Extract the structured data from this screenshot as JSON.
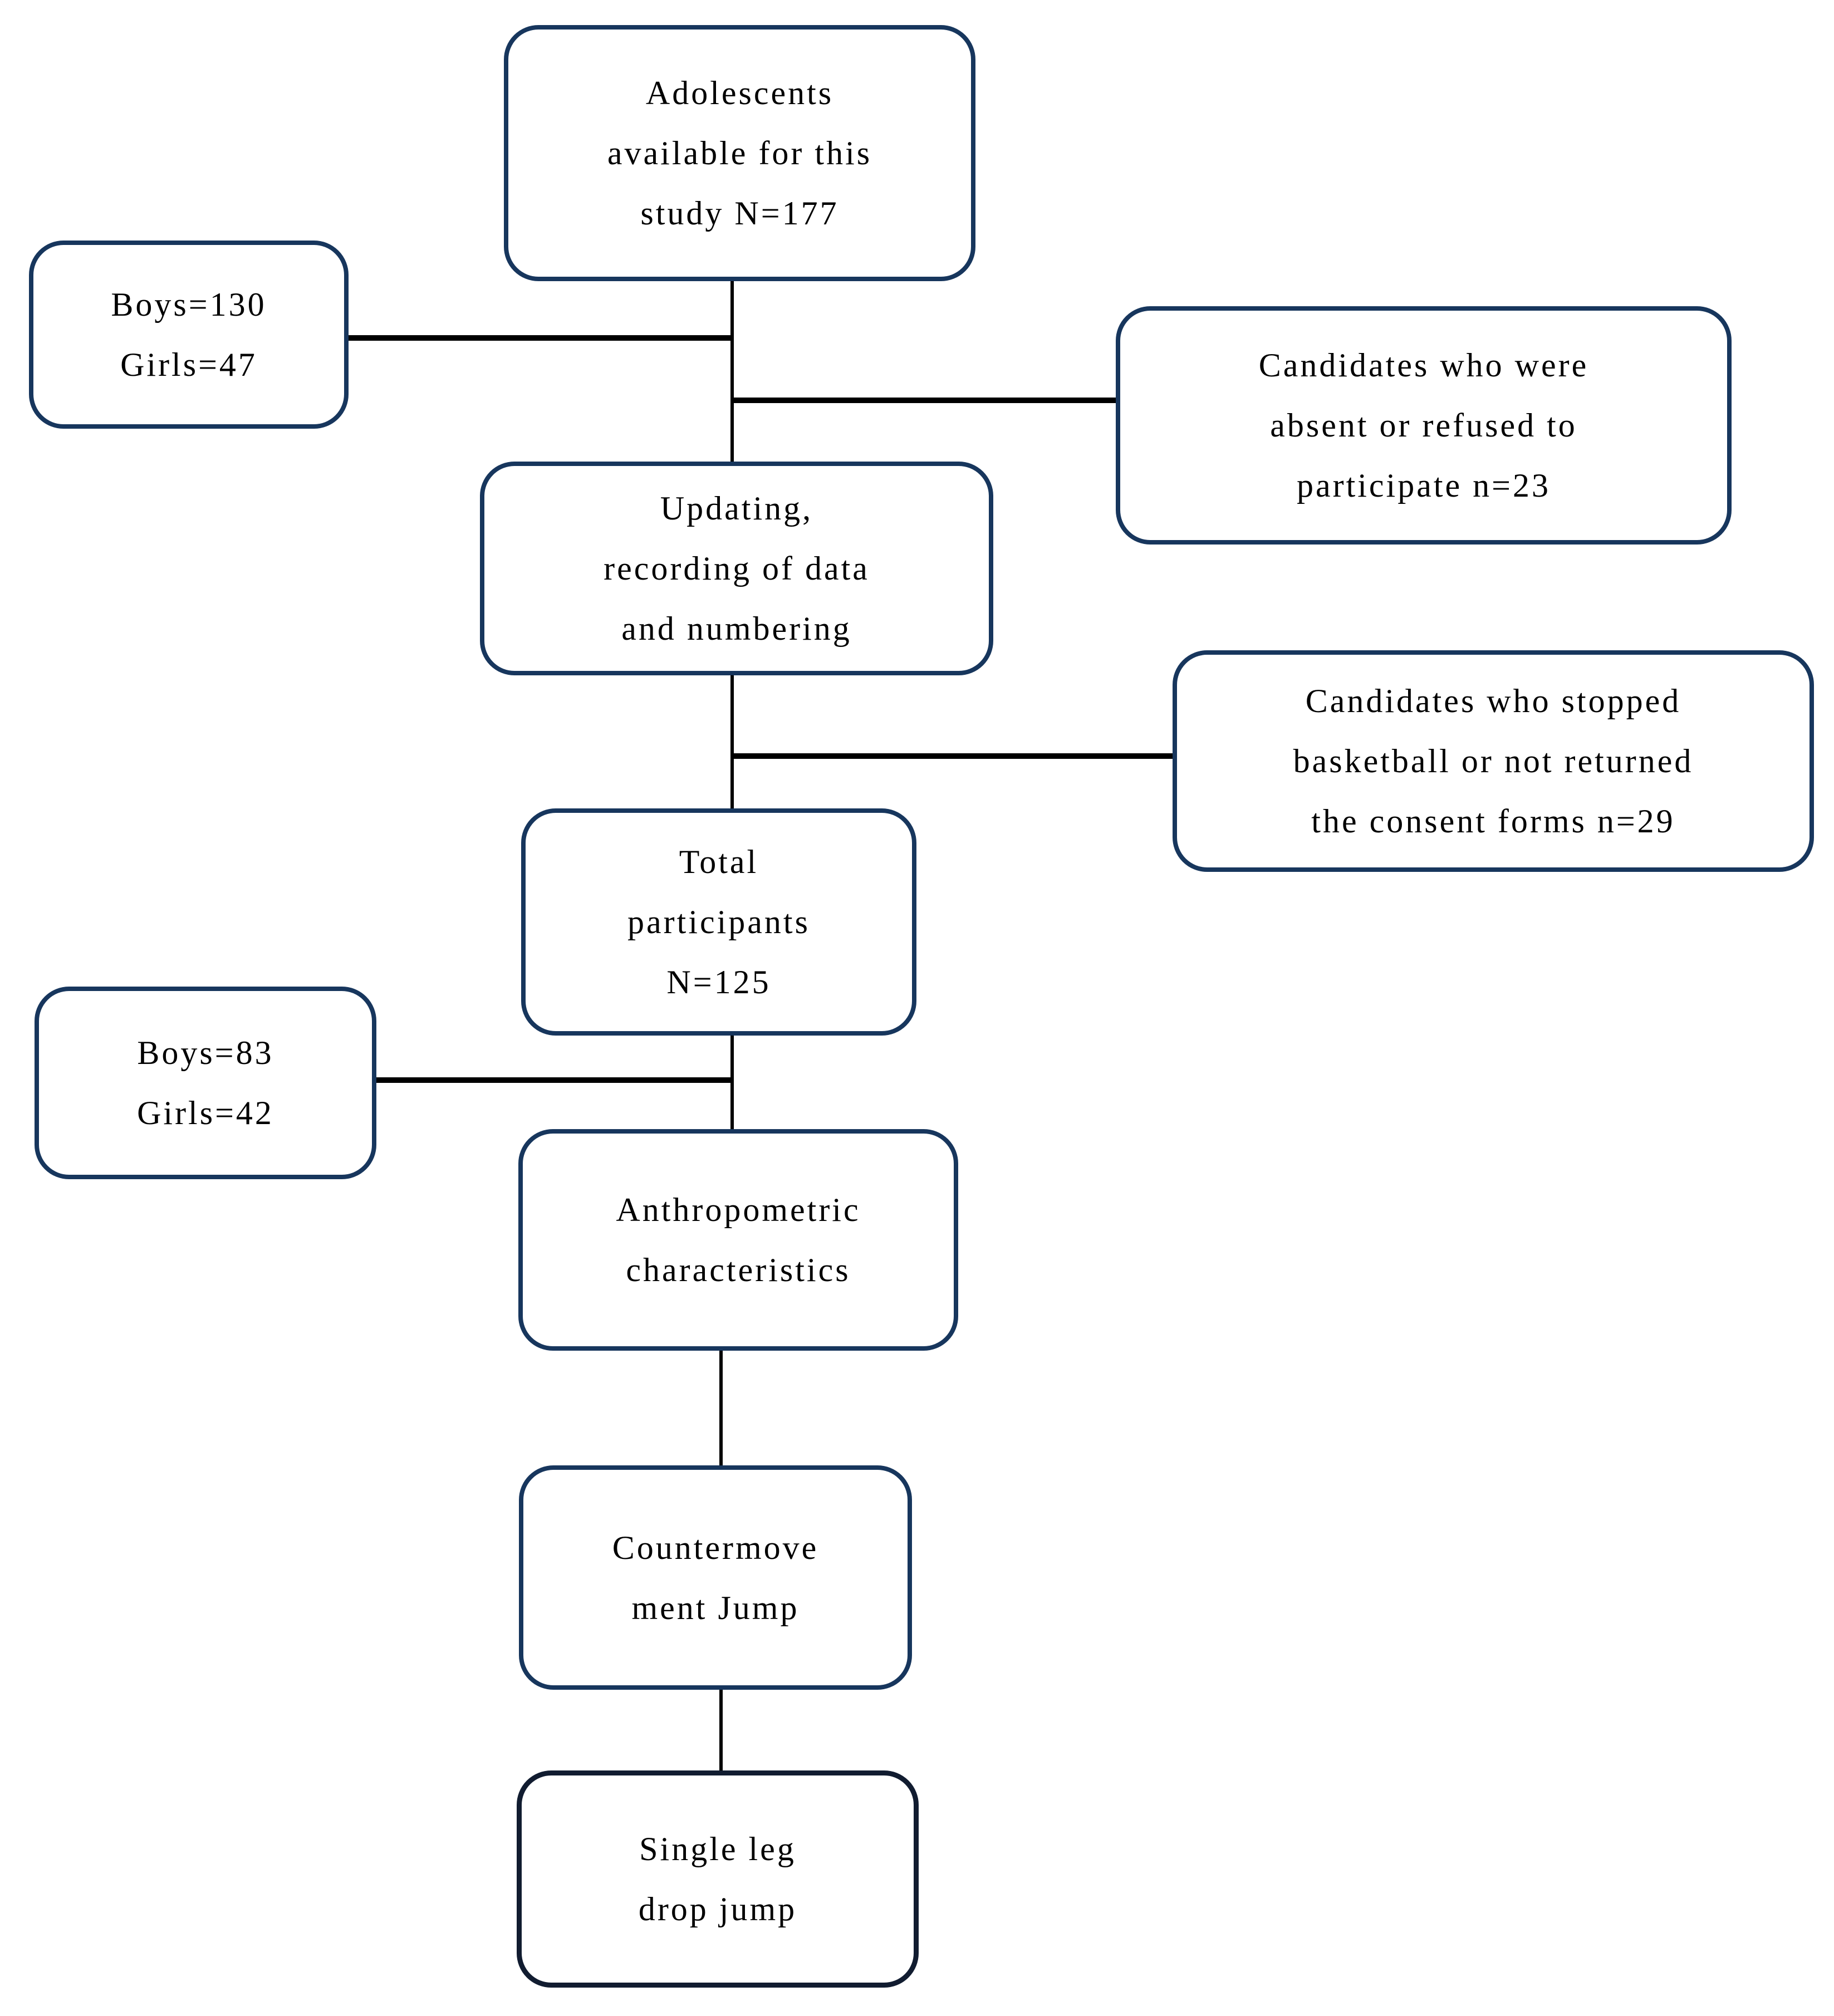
{
  "diagram": {
    "type": "flowchart",
    "description": "Participant flow chart of adolescents screened and tested in a basketball study",
    "nodes": {
      "adolescents": {
        "text": "Adolescents\navailable for this\nstudy N=177"
      },
      "boys_girls_initial": {
        "text": "Boys=130\nGirls=47"
      },
      "absent_refused": {
        "text": "Candidates who were\nabsent or refused to\nparticipate n=23"
      },
      "updating": {
        "text": "Updating,\nrecording of data\nand numbering"
      },
      "stopped_basketball": {
        "text": "Candidates who stopped\nbasketball or not returned\nthe consent forms n=29"
      },
      "total_participants": {
        "text": "Total\nparticipants\nN=125"
      },
      "boys_girls_final": {
        "text": "Boys=83\nGirls=42"
      },
      "anthropometric": {
        "text": "Anthropometric\ncharacteristics"
      },
      "countermovement_jump": {
        "text": "Countermove\nment Jump"
      },
      "single_leg_drop_jump": {
        "text": "Single leg\ndrop jump"
      }
    },
    "values": {
      "available_N": 177,
      "boys_initial": 130,
      "girls_initial": 47,
      "absent_or_refused_n": 23,
      "stopped_or_not_returned_n": 29,
      "total_participants_N": 125,
      "boys_final": 83,
      "girls_final": 42
    }
  },
  "colors": {
    "box_border": "#17365d",
    "final_box_border": "#111c30",
    "connector": "#000000",
    "text": "#000000",
    "background": "#ffffff"
  }
}
